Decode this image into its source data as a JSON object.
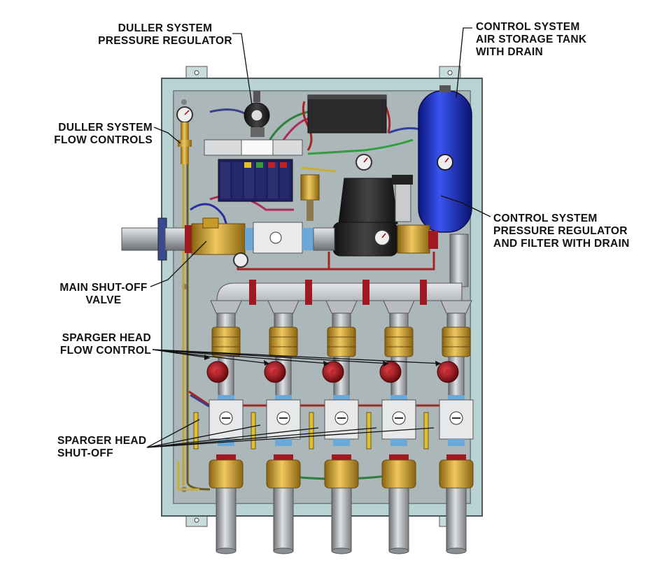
{
  "labels": {
    "duller_regulator": [
      "DULLER SYSTEM",
      "PRESSURE REGULATOR"
    ],
    "control_tank": [
      "CONTROL SYSTEM",
      "AIR STORAGE TANK",
      "WITH DRAIN"
    ],
    "duller_flow": [
      "DULLER SYSTEM",
      "FLOW CONTROLS"
    ],
    "control_regulator": [
      "CONTROL SYSTEM",
      "PRESSURE REGULATOR",
      "AND FILTER WITH DRAIN"
    ],
    "main_shutoff": [
      "MAIN SHUT-OFF",
      "VALVE"
    ],
    "sparger_flow": [
      "SPARGER HEAD",
      "FLOW CONTROL"
    ],
    "sparger_shutoff": [
      "SPARGER HEAD",
      "SHUT-OFF"
    ]
  },
  "colors": {
    "panel": "#b9d3d4",
    "backplate": "#9aa2a5",
    "tank": "#1b2fc4",
    "brass": "#c89a2a",
    "valve_red": "#a01820",
    "pipe": "#b4b8bc",
    "label_text": "#111111"
  }
}
